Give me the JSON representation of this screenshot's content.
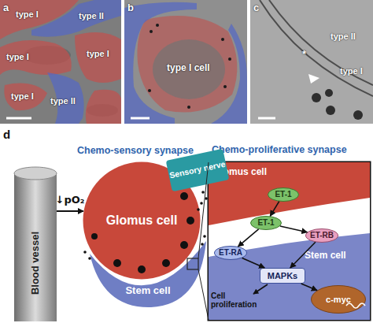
{
  "diagram": {
    "nodes": [
      {
        "text": [
          "Blood vessel"
        ]
      },
      {
        "text": [
          "Glomus cell"
        ]
      },
      {
        "text": [
          "Stem cell"
        ]
      },
      {
        "text": [
          "Sensory nerve"
        ]
      },
      {
        "text": [
          "Chemo-proliferative synapse"
        ]
      },
      {
        "text": [
          "Glomus cell"
        ],
        "in": 4
      },
      {
        "text": [
          "ET-1"
        ],
        "in": 5
      },
      {
        "text": [
          "ET-1"
        ],
        "in": 4
      },
      {
        "text": [
          "ET-RB"
        ],
        "in": 4
      },
      {
        "text": [
          "ET-RA"
        ],
        "in": 4
      },
      {
        "text": [
          "Stem cell"
        ],
        "in": 4
      },
      {
        "text": [
          "MAPKs"
        ],
        "in": 10
      },
      {
        "text": [
          "c-myc"
        ],
        "in": 10
      }
    ],
    "edges": [
      {
        "from": 0,
        "to": 1,
        "arrow": "to",
        "label": "↓pO₂"
      },
      {
        "from": 6,
        "to": 7,
        "arrow": "to"
      },
      {
        "from": 7,
        "to": 8,
        "arrow": "to"
      },
      {
        "from": 7,
        "to": 9,
        "arrow": "to"
      },
      {
        "from": 8,
        "to": 11,
        "arrow": "to"
      },
      {
        "from": 9,
        "to": 11,
        "arrow": "to"
      },
      {
        "from": 11,
        "to": 12,
        "arrow": "to"
      }
    ],
    "labels": [
      "a",
      "type I",
      "type I",
      "type I",
      "type I",
      "type II",
      "type II",
      "b",
      "type I cell",
      "c",
      "type II",
      "type I",
      "*",
      "d",
      "Chemo-sensory synapse",
      "Cell proliferation"
    ]
  }
}
